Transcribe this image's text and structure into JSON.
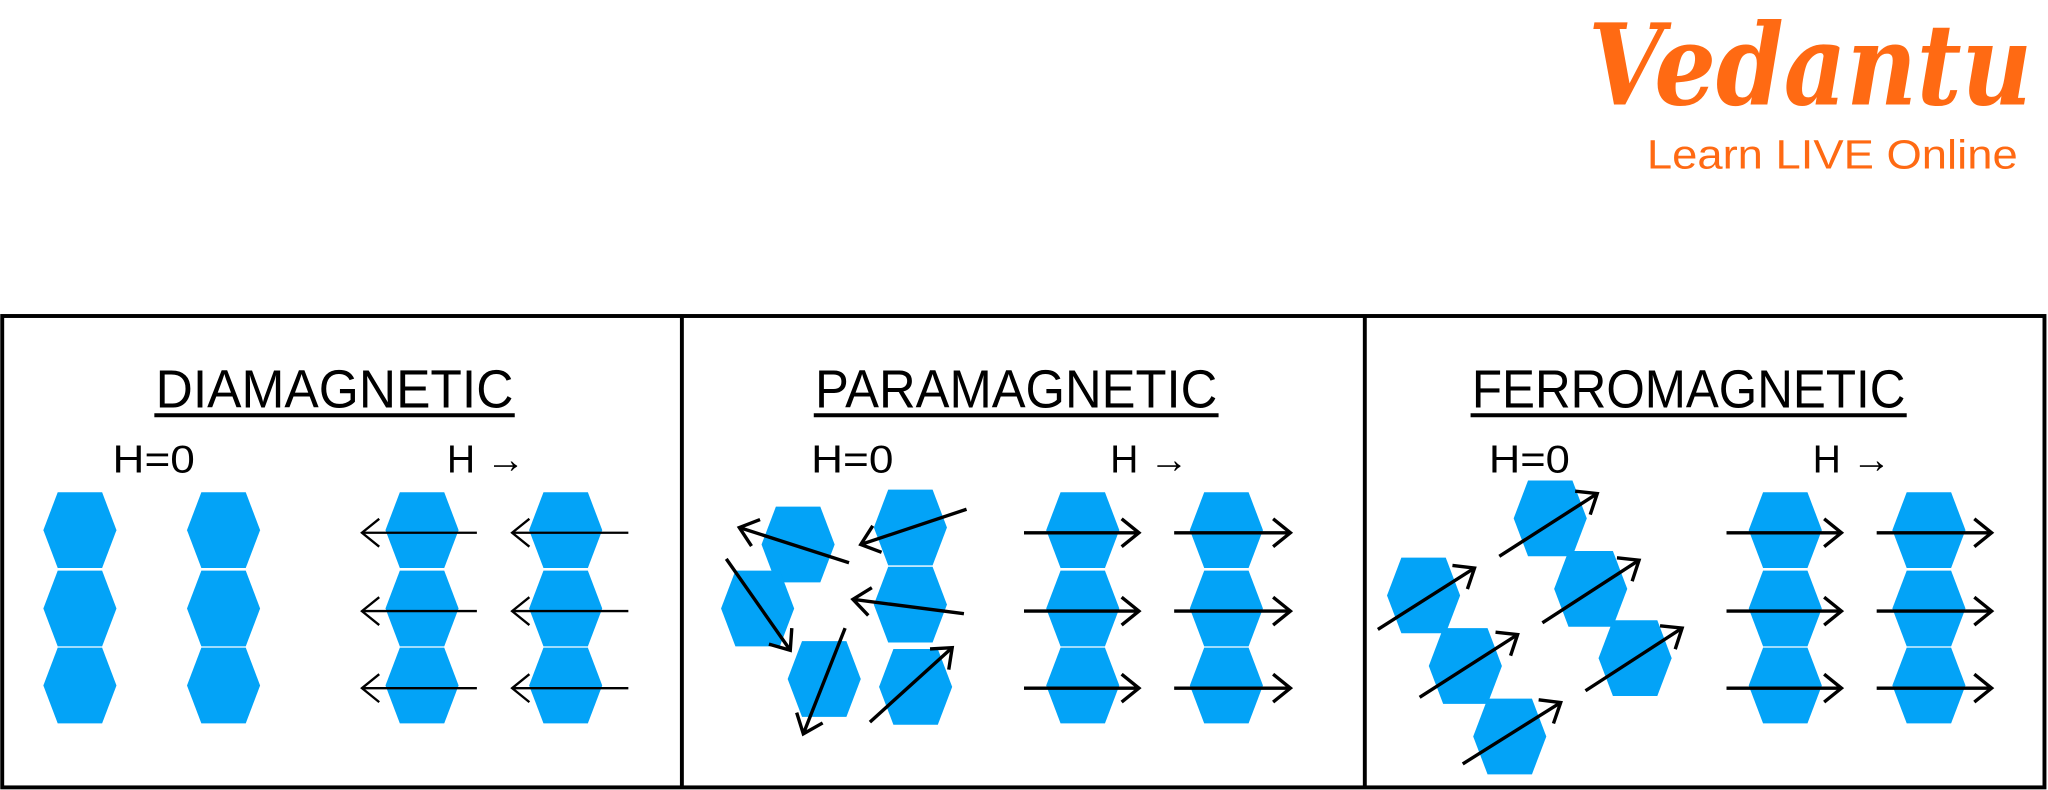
{
  "colors": {
    "brand": "#ff6a13",
    "hexagon": "#03a3f7",
    "ink": "#000000"
  },
  "logo": {
    "name": "Vedantu",
    "tagline": "Learn LIVE Online"
  },
  "panels": [
    {
      "title": "DIAMAGNETIC",
      "zero_label": "H=0",
      "field_label": "H →"
    },
    {
      "title": "PARAMAGNETIC",
      "zero_label": "H=0",
      "field_label": "H →"
    },
    {
      "title": "FERROMAGNETIC",
      "zero_label": "H=0",
      "field_label": "H →"
    }
  ]
}
